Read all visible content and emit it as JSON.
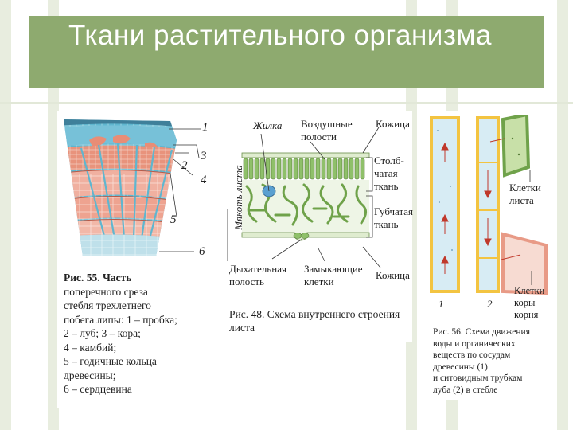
{
  "slide": {
    "title": "Ткани растительного организма"
  },
  "fig55": {
    "numbers": [
      "1",
      "2",
      "3",
      "4",
      "5",
      "6"
    ],
    "caption_lines": [
      "Рис. 55. Часть",
      "поперечного среза",
      "стебля трехлетнего",
      "побега липы: 1 – пробка;",
      "2 – луб; 3 – кора;",
      "4 – камбий;",
      "5 – годичные кольца",
      "древесины;",
      "6 – сердцевина"
    ]
  },
  "fig48": {
    "side_label": "Мякоть листа",
    "labels": {
      "vein": "Жилка",
      "air_1": "Воздушные",
      "air_2": "полости",
      "skin_top": "Кожица",
      "col_1": "Столб-",
      "col_2": "чатая",
      "col_3": "ткань",
      "spongy_1": "Губчатая",
      "spongy_2": "ткань",
      "breath_1": "Дыхательная",
      "breath_2": "полость",
      "guard_1": "Замыкающие",
      "guard_2": "клетки",
      "skin_bottom": "Кожица"
    },
    "caption_lines": [
      "Рис. 48. Схема внутреннего строения",
      "листа"
    ]
  },
  "fig56": {
    "labels": {
      "leaf_1": "Клетки",
      "leaf_2": "листа",
      "root_1": "Клетки",
      "root_2": "коры",
      "root_3": "корня",
      "n1": "1",
      "n2": "2"
    },
    "caption_lines": [
      "Рис. 56. Схема движения",
      "воды и органических",
      "веществ по сосудам",
      "древесины (1)",
      "и ситовидным трубкам",
      "луба (2) в стебле"
    ]
  },
  "colors": {
    "title_bar": "#8eaa6f",
    "background_stripe": "#e8eddf",
    "cork": "#5fb6cf",
    "phloem": "#e8937c",
    "wood": "#f0b0a0",
    "pith": "#bfe0ea",
    "leaf_green": "#8fc06a",
    "vessel": "#f3c441"
  }
}
